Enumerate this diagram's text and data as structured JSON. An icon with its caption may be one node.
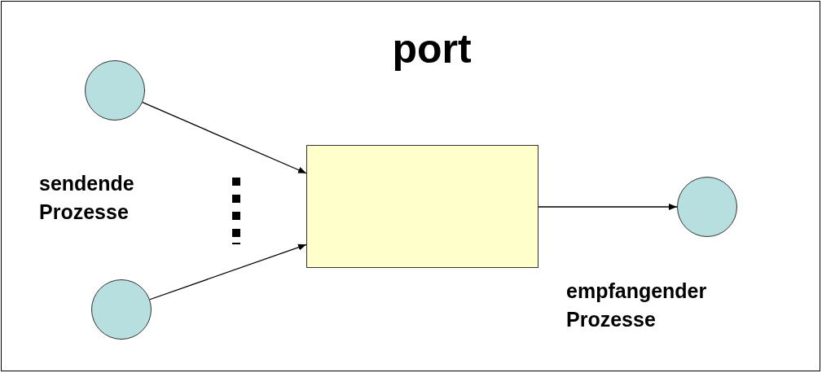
{
  "diagram": {
    "title": "port",
    "nodes": [
      {
        "text": [],
        "shape": "circle"
      },
      {
        "text": [],
        "shape": "circle"
      },
      {
        "text": [],
        "shape": "box"
      },
      {
        "text": [],
        "shape": "circle"
      }
    ],
    "edges": [
      {
        "from": 0,
        "to": 2,
        "arrow": "to"
      },
      {
        "from": 1,
        "to": 2,
        "arrow": "to"
      },
      {
        "from": 2,
        "to": 3,
        "arrow": "to"
      }
    ],
    "labels": [
      "sendende Prozesse",
      "empfangender Prozesse"
    ]
  }
}
